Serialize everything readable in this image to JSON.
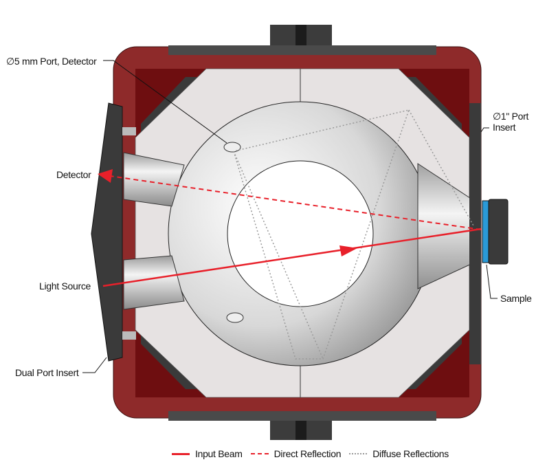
{
  "labels": {
    "port_detector": "∅5 mm Port, Detector",
    "detector": "Detector",
    "light_source": "Light Source",
    "dual_port_insert": "Dual Port Insert",
    "port_insert_line1": "∅1\" Port",
    "port_insert_line2": "Insert",
    "sample": "Sample"
  },
  "legend": [
    {
      "label": "Input Beam",
      "style": "solid"
    },
    {
      "label": "Direct Reflection",
      "style": "dashed"
    },
    {
      "label": "Diffuse Reflections",
      "style": "dotted"
    }
  ],
  "colors": {
    "housing": "#8e2a2a",
    "housing_inner": "#6e0e10",
    "beam": "#e8202a",
    "sample": "#2a9ad8",
    "dark_parts": "#3a3a3a"
  }
}
